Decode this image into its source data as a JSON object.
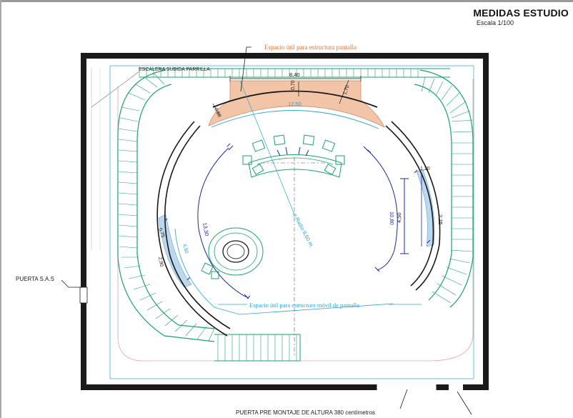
{
  "header": {
    "title": "MEDIDAS ESTUDIO",
    "scale": "Escala 1/100"
  },
  "labels": {
    "stair": "ESCALERA SUBIDA PARRILLA",
    "screen_area": "Espacio útil para estructura pantalla",
    "mobile_screen_area": "Espacio útil para estructura móvil de pantalla",
    "door_sas": "PUERTA S.A.S",
    "mount_door": "PUERTA  PRE MONTAJE DE ALTURA 380 centímetros",
    "radius": "⌀ Radio 8,60 m."
  },
  "dimensions": {
    "d840": "8,40",
    "d070": "0,70",
    "d170": "1,70",
    "d060": "0,60",
    "d1250": "12,50",
    "d120": "1,20",
    "d1080": "10,80",
    "d450_right": "4,50",
    "d225": "2,25",
    "d075": "0,75",
    "d1330": "13,30",
    "d450_left": "4,50",
    "d290": "2,90"
  },
  "colors": {
    "seating": "#1aa36b",
    "orange_zone": "#f2c4a8",
    "blue_zone": "#bcd8ee",
    "cyan_line": "#27a6d6",
    "navy_line": "#1c2a9e",
    "pink_line": "#e7a1a8",
    "wall": "#1a1a1a"
  }
}
